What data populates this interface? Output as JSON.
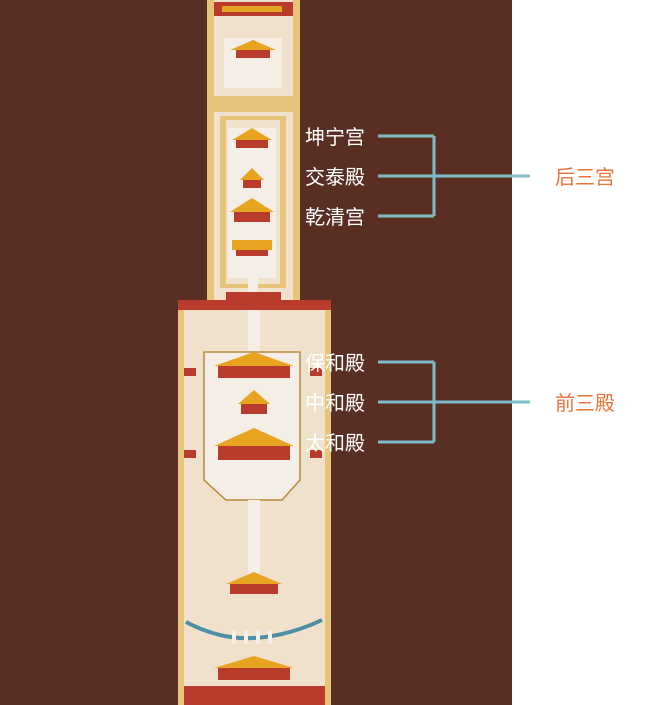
{
  "colors": {
    "background": "#5a2f23",
    "wall": "#e8c37a",
    "wall_edge": "#b98a3c",
    "courtyard": "#efe1cc",
    "terrace": "#f5eee6",
    "roof_gold": "#e7a420",
    "roof_red": "#b93b2c",
    "river": "#4f8ea3",
    "connector": "#7fbcc8",
    "group_label": "#e8743b",
    "hall_label": "#ffffff"
  },
  "groups": [
    {
      "label": "后三宫",
      "halls": [
        "坤宁宫",
        "交泰殿",
        "乾清宫"
      ]
    },
    {
      "label": "前三殿",
      "halls": [
        "保和殿",
        "中和殿",
        "太和殿"
      ]
    }
  ]
}
